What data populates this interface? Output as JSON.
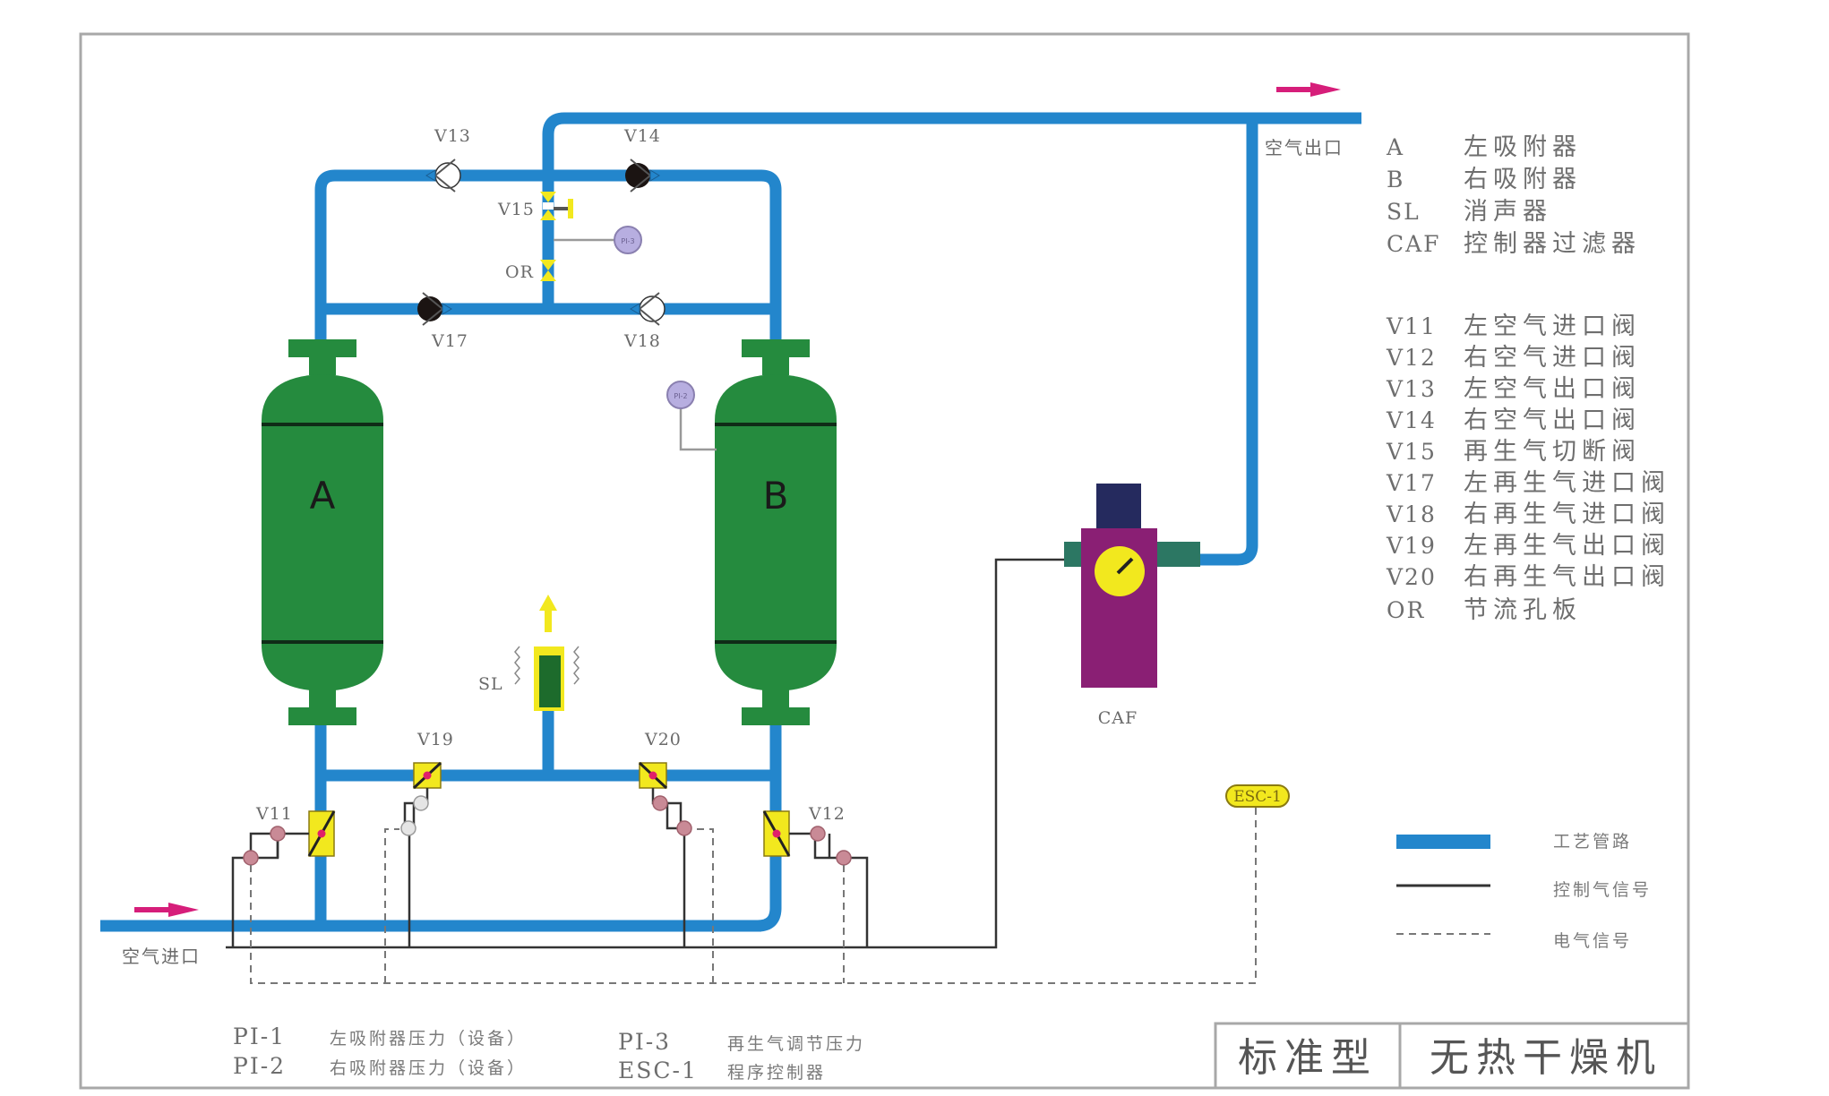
{
  "diagram": {
    "title_left": "标准型",
    "title_right": "无热干燥机",
    "colors": {
      "pipe": "#2386cc",
      "tank": "#258b3e",
      "valve_yellow": "#f2e81e",
      "valve_red_dot": "#e0206a",
      "caf_body": "#8a1f74",
      "caf_top": "#252a5e",
      "caf_port": "#2c7763",
      "flow_arrow": "#d61e7a",
      "gauge": "#b7aee0",
      "control_line": "#333333",
      "frame": "#a8a8a8"
    },
    "flow": {
      "inlet_label": "空气进口",
      "outlet_label": "空气出口"
    },
    "tanks": {
      "a": "A",
      "b": "B"
    },
    "components": {
      "silencer": "SL",
      "filter": "CAF",
      "orifice": "OR",
      "controller": "ESC-1",
      "gauges": [
        "PI-1",
        "PI-2",
        "PI-3"
      ]
    },
    "valves": {
      "v11": "V11",
      "v12": "V12",
      "v13": "V13",
      "v14": "V14",
      "v15": "V15",
      "v17": "V17",
      "v18": "V18",
      "v19": "V19",
      "v20": "V20"
    },
    "legend_components": [
      {
        "code": "A",
        "desc": "左吸附器"
      },
      {
        "code": "B",
        "desc": "右吸附器"
      },
      {
        "code": "SL",
        "desc": "消声器"
      },
      {
        "code": "CAF",
        "desc": "控制器过滤器"
      }
    ],
    "legend_valves": [
      {
        "code": "V11",
        "desc": "左空气进口阀"
      },
      {
        "code": "V12",
        "desc": "右空气进口阀"
      },
      {
        "code": "V13",
        "desc": "左空气出口阀"
      },
      {
        "code": "V14",
        "desc": "右空气出口阀"
      },
      {
        "code": "V15",
        "desc": "再生气切断阀"
      },
      {
        "code": "V17",
        "desc": "左再生气进口阀"
      },
      {
        "code": "V18",
        "desc": "右再生气进口阀"
      },
      {
        "code": "V19",
        "desc": "左再生气出口阀"
      },
      {
        "code": "V20",
        "desc": "右再生气出口阀"
      },
      {
        "code": "OR",
        "desc": "节流孔板"
      }
    ],
    "line_legend": [
      {
        "type": "process-pipe",
        "label": "工艺管路"
      },
      {
        "type": "control-air",
        "label": "控制气信号"
      },
      {
        "type": "electric",
        "label": "电气信号"
      }
    ],
    "notes": [
      {
        "code": "PI-1",
        "desc": "左吸附器压力（设备）"
      },
      {
        "code": "PI-2",
        "desc": "右吸附器压力（设备）"
      },
      {
        "code": "PI-3",
        "desc": "再生气调节压力"
      },
      {
        "code": "ESC-1",
        "desc": "程序控制器"
      }
    ]
  }
}
